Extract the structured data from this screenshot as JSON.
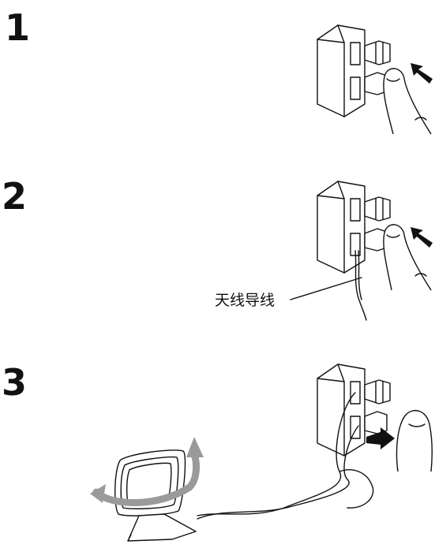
{
  "steps": [
    {
      "number": "1"
    },
    {
      "number": "2",
      "callout": "天线导线"
    },
    {
      "number": "3"
    }
  ],
  "colors": {
    "line": "#111111",
    "arrow": "#111111",
    "rotate_arrow": "#9a9a9a"
  },
  "icons": [
    "terminal-block",
    "finger",
    "push-arrow",
    "release-arrow",
    "loop-antenna",
    "rotate-arrow"
  ]
}
